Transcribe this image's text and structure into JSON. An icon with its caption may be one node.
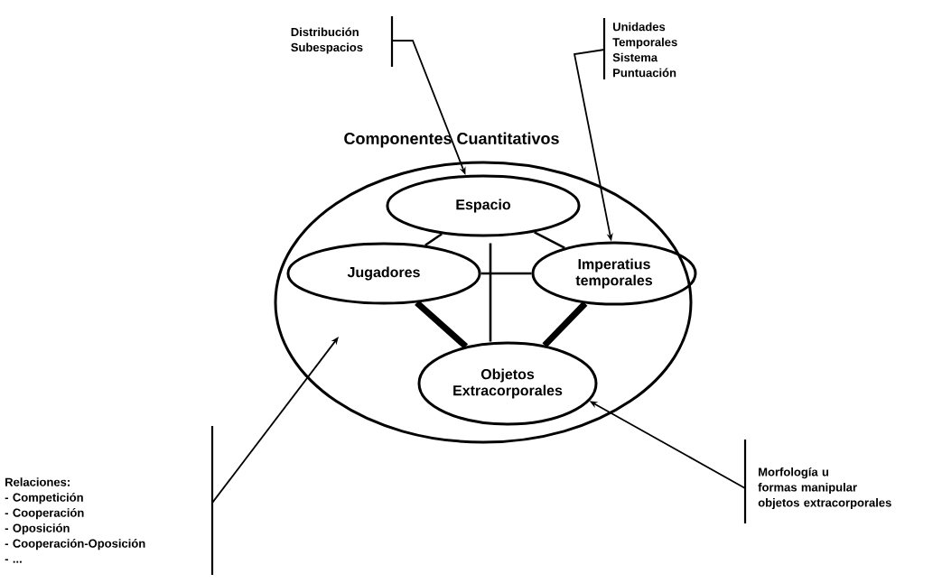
{
  "diagram": {
    "nodes": [
      {
        "text": [
          "Componentes Cuantitativos"
        ]
      },
      {
        "text": [
          "Espacio"
        ],
        "in": 0
      },
      {
        "text": [
          "Jugadores"
        ],
        "in": 0
      },
      {
        "text": [
          "Imperatius temporales"
        ],
        "in": 0
      },
      {
        "text": [
          "Objetos Extracorporales"
        ],
        "in": 0
      },
      {
        "text": [
          "Distribución Subespacios"
        ]
      },
      {
        "text": [
          "Unidades Temporales Sistema Puntuación"
        ]
      },
      {
        "text": [
          "Relaciones:",
          "- Competición",
          "- Cooperación",
          "- Oposición",
          "- Cooperación-Oposición",
          "- ..."
        ]
      },
      {
        "text": [
          "Morfología u",
          "formas manipular",
          "objetos extracorporales"
        ]
      }
    ],
    "edges": [
      {
        "from": 1,
        "to": 2,
        "arrow": "none"
      },
      {
        "from": 1,
        "to": 3,
        "arrow": "none"
      },
      {
        "from": 2,
        "to": 3,
        "arrow": "none"
      },
      {
        "from": 1,
        "to": 4,
        "arrow": "none"
      },
      {
        "from": 2,
        "to": 4,
        "arrow": "none",
        "style": "thick"
      },
      {
        "from": 3,
        "to": 4,
        "arrow": "none",
        "style": "thick"
      },
      {
        "from": 5,
        "to": 1,
        "arrow": "to"
      },
      {
        "from": 6,
        "to": 3,
        "arrow": "to"
      },
      {
        "from": 7,
        "to": null,
        "arrow": "to"
      },
      {
        "from": 8,
        "to": 4,
        "arrow": "to"
      }
    ]
  }
}
